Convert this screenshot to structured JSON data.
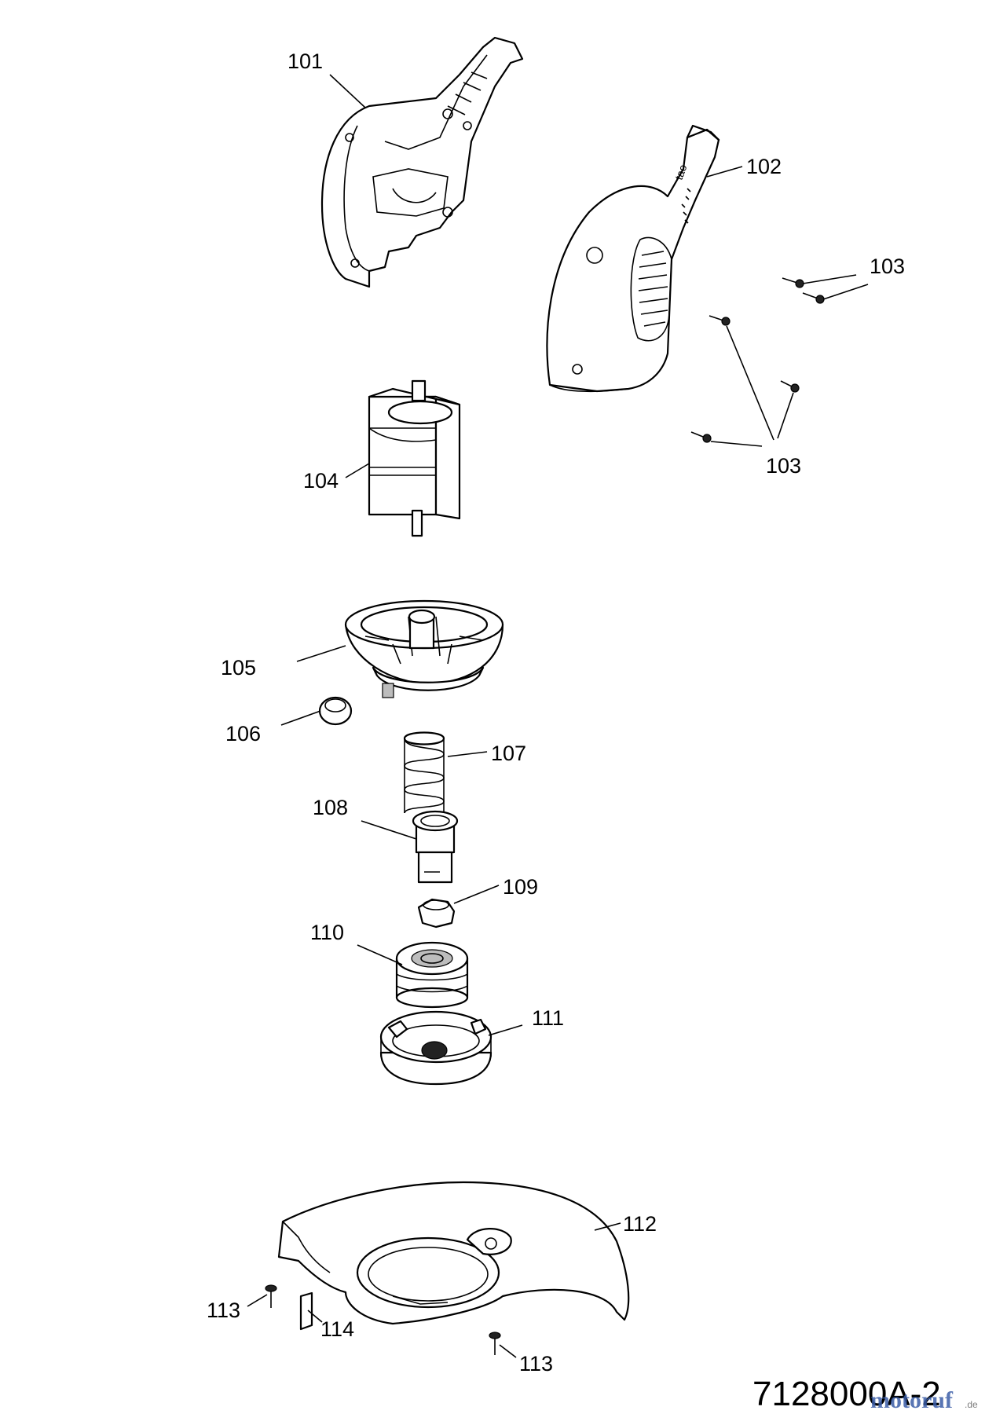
{
  "labels": {
    "l101": "101",
    "l102": "102",
    "l103a": "103",
    "l103b": "103",
    "l104": "104",
    "l105": "105",
    "l106": "106",
    "l107": "107",
    "l108": "108",
    "l109": "109",
    "l110": "110",
    "l111": "111",
    "l112": "112",
    "l113a": "113",
    "l113b": "113",
    "l114": "114"
  },
  "doc_number": "7128000A-2",
  "watermark": {
    "brand": "motoruf",
    "tld": ".de",
    "colors": [
      "#3b5ea8",
      "#d9342b",
      "#e8a21c",
      "#3a9a4a"
    ]
  },
  "housing_marking": "tao"
}
